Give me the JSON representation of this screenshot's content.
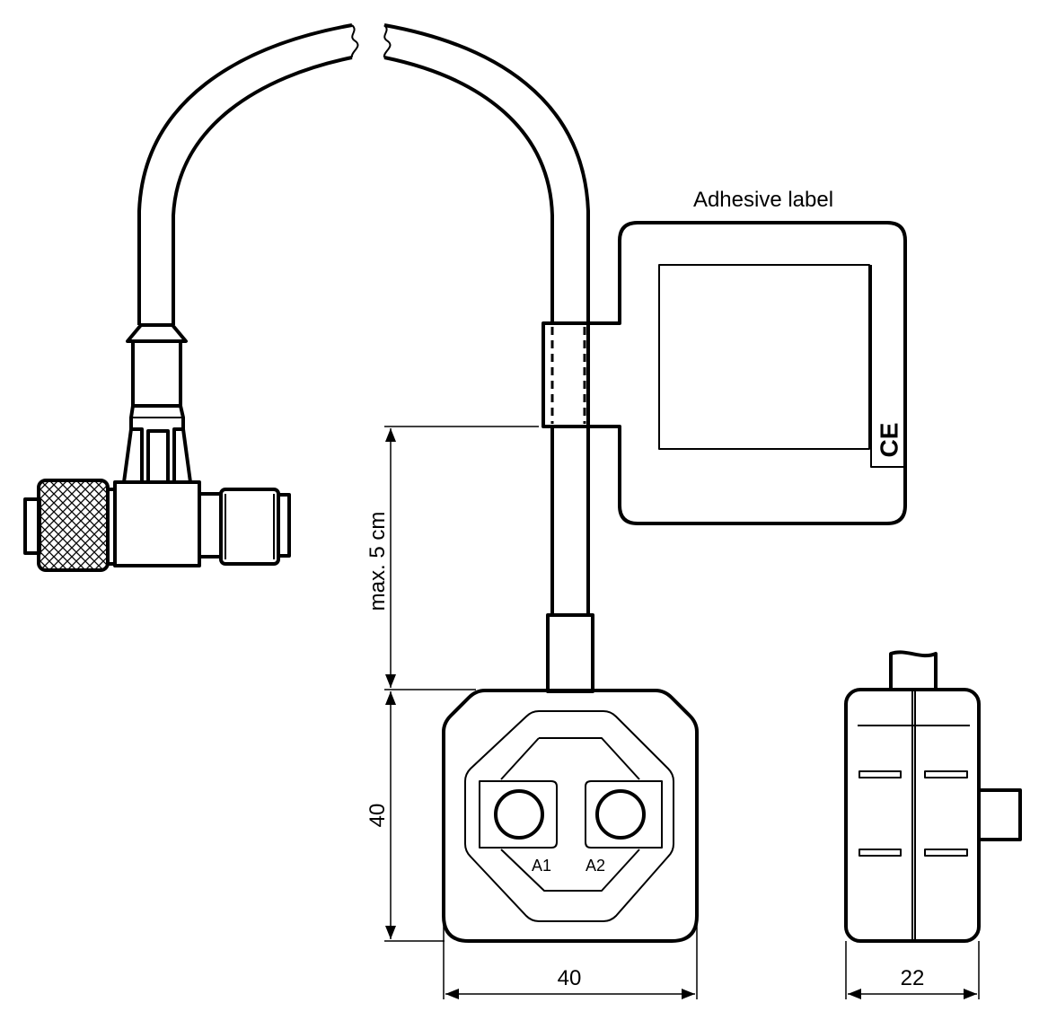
{
  "labels": {
    "adhesive_label": "Adhesive label",
    "ce_mark": "CE",
    "port_a1": "A1",
    "port_a2": "A2"
  },
  "dimensions": {
    "cable_length": "max. 5 cm",
    "height": "40",
    "width": "40",
    "depth": "22"
  }
}
